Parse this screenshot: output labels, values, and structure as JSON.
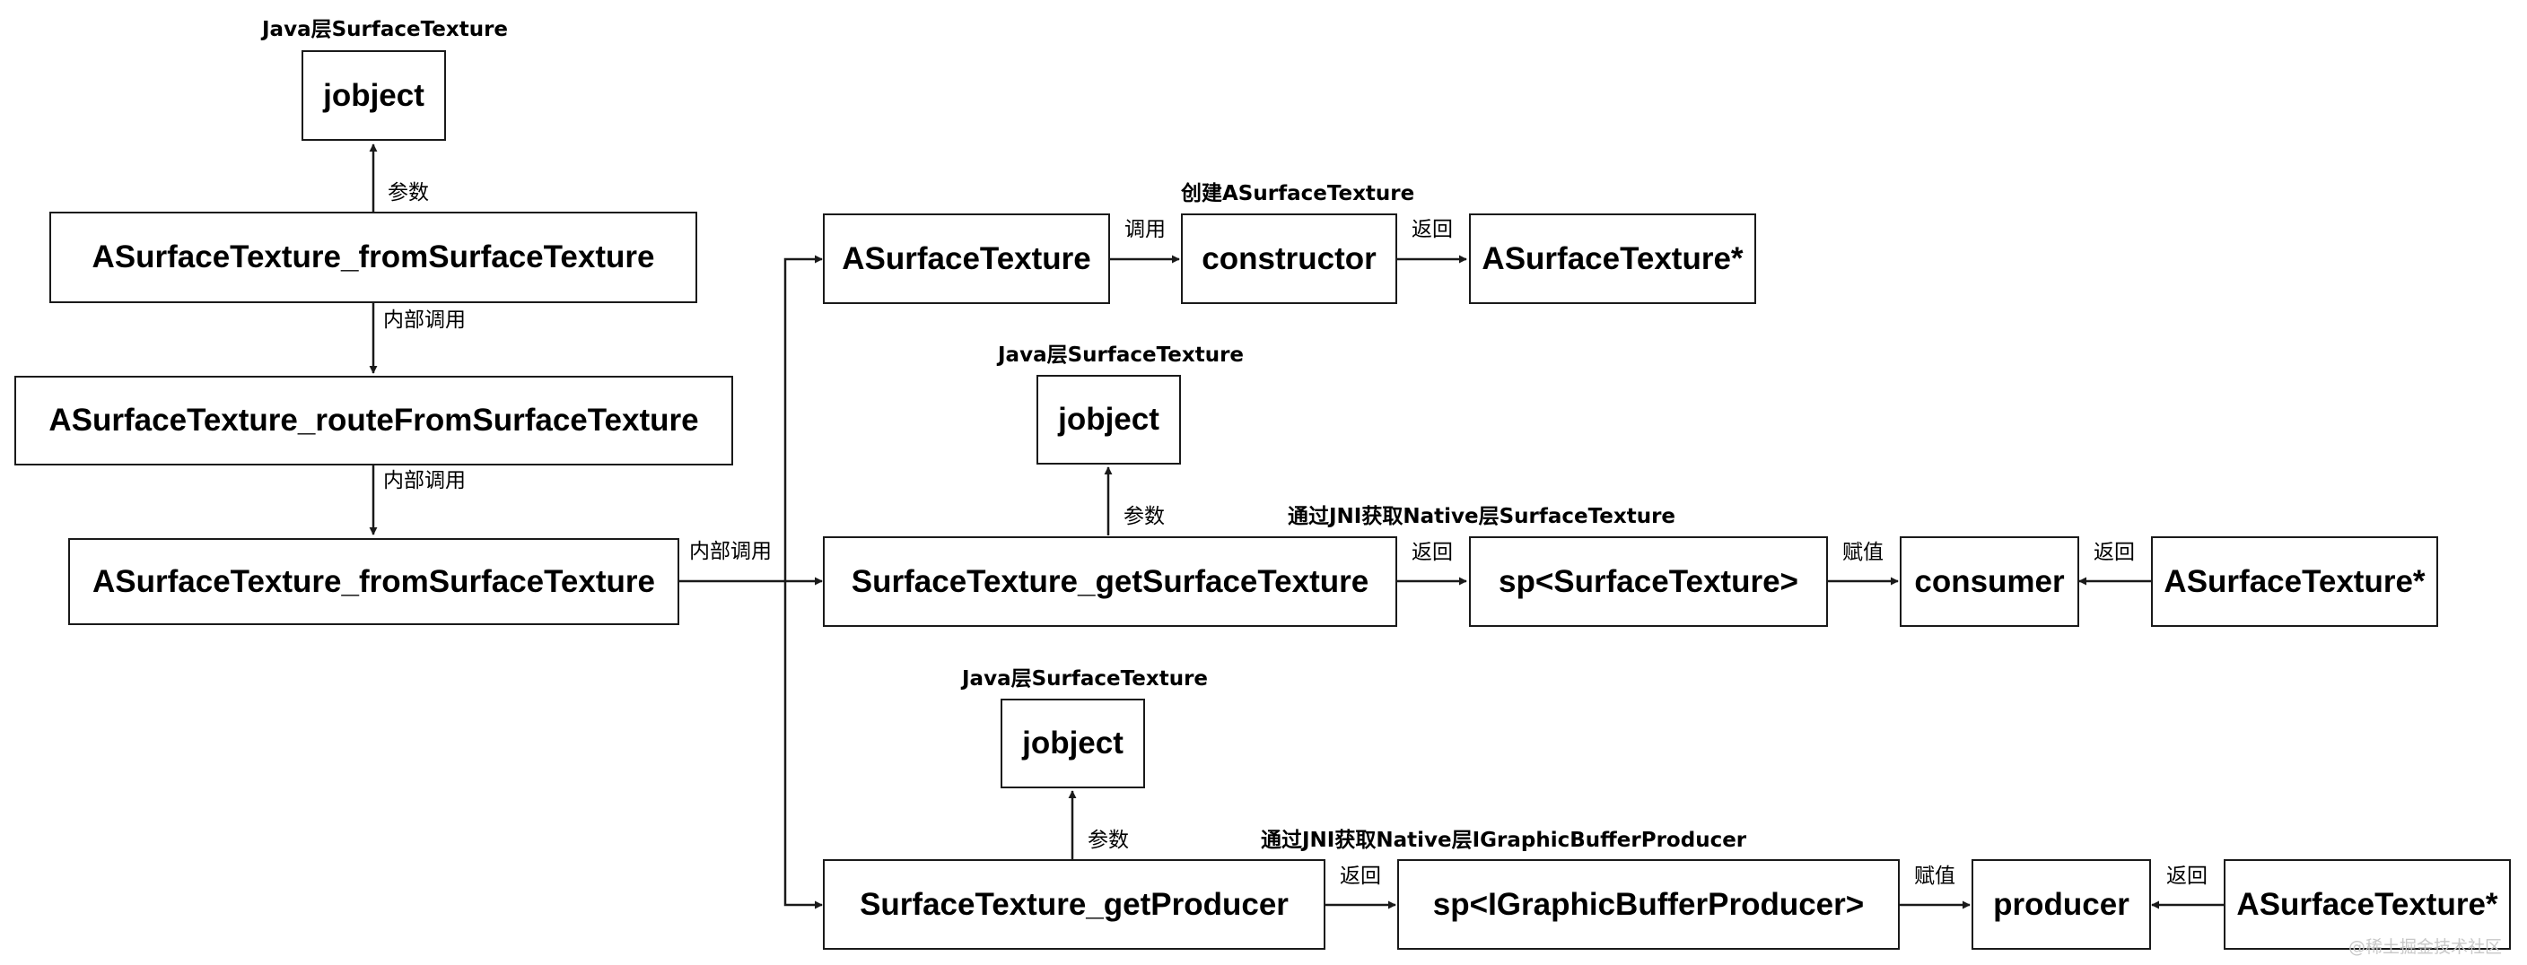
{
  "nodes": {
    "jobject_a": "jobject",
    "from_st_1": "ASurfaceTexture_fromSurfaceTexture",
    "route_from_st": "ASurfaceTexture_routeFromSurfaceTexture",
    "from_st_2": "ASurfaceTexture_fromSurfaceTexture",
    "asurfacetexture": "ASurfaceTexture",
    "constructor": "constructor",
    "asurfacetexture_ptr_1": "ASurfaceTexture*",
    "jobject_b": "jobject",
    "get_surface_texture": "SurfaceTexture_getSurfaceTexture",
    "sp_surface_texture": "sp<SurfaceTexture>",
    "consumer": "consumer",
    "asurfacetexture_ptr_2": "ASurfaceTexture*",
    "jobject_c": "jobject",
    "get_producer": "SurfaceTexture_getProducer",
    "sp_igbp": "sp<IGraphicBufferProducer>",
    "producer": "producer",
    "asurfacetexture_ptr_3": "ASurfaceTexture*"
  },
  "labels": {
    "java_st_1": "Java层SurfaceTexture",
    "param_1": "参数",
    "internal_call_1": "内部调用",
    "internal_call_2": "内部调用",
    "internal_call_3": "内部调用",
    "create_ast": "创建ASurfaceTexture",
    "call": "调用",
    "return_1": "返回",
    "java_st_2": "Java层SurfaceTexture",
    "param_2": "参数",
    "jni_native_st": "通过JNI获取Native层SurfaceTexture",
    "return_2": "返回",
    "assign_1": "赋值",
    "return_3": "返回",
    "java_st_3": "Java层SurfaceTexture",
    "param_3": "参数",
    "jni_native_igbp": "通过JNI获取Native层IGraphicBufferProducer",
    "return_4": "返回",
    "assign_2": "赋值",
    "return_5": "返回"
  },
  "watermark": "@稀土掘金技术社区"
}
